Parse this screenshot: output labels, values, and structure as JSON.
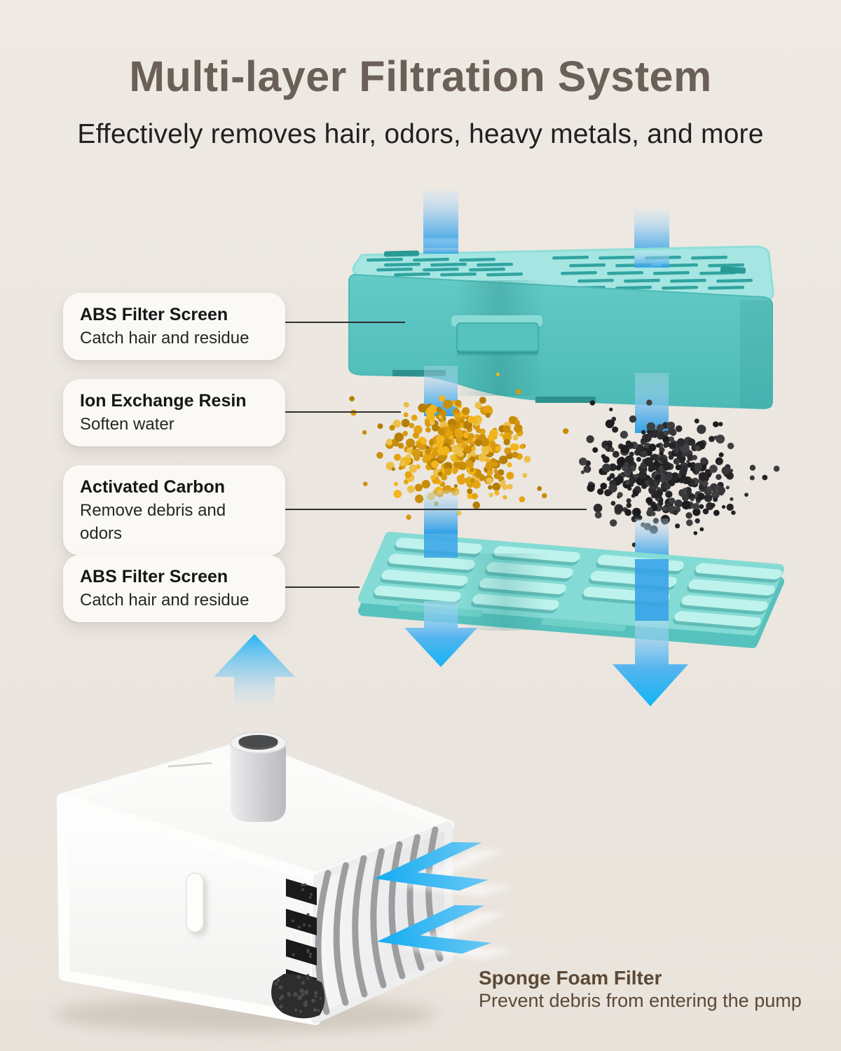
{
  "header": {
    "title": "Multi-layer Filtration System",
    "subtitle": "Effectively removes hair, odors, heavy metals, and more"
  },
  "labels": [
    {
      "title": "ABS Filter Screen",
      "desc": "Catch hair and residue"
    },
    {
      "title": "Ion Exchange Resin",
      "desc": "Soften water"
    },
    {
      "title": "Activated Carbon",
      "desc": "Remove debris and odors"
    },
    {
      "title": "ABS Filter Screen",
      "desc": "Catch hair and residue"
    }
  ],
  "caption": {
    "title": "Sponge Foam Filter",
    "desc": "Prevent debris from entering the pump"
  },
  "diagram": {
    "parts": [
      {
        "name": "top-filter-screen",
        "color": "#5fc5c1"
      },
      {
        "name": "ion-exchange-resin-cluster",
        "color": "#e7a813"
      },
      {
        "name": "activated-carbon-cluster",
        "color": "#27272a"
      },
      {
        "name": "bottom-filter-screen",
        "color": "#84dbd5"
      },
      {
        "name": "water-pump",
        "color": "#fbfbfa"
      },
      {
        "name": "sponge-foam",
        "color": "#2d2d2d"
      }
    ],
    "flow_color": "#2fa7e9",
    "background": "#ebe6df",
    "title_color": "#6b6057",
    "caption_color": "#5b4936"
  }
}
